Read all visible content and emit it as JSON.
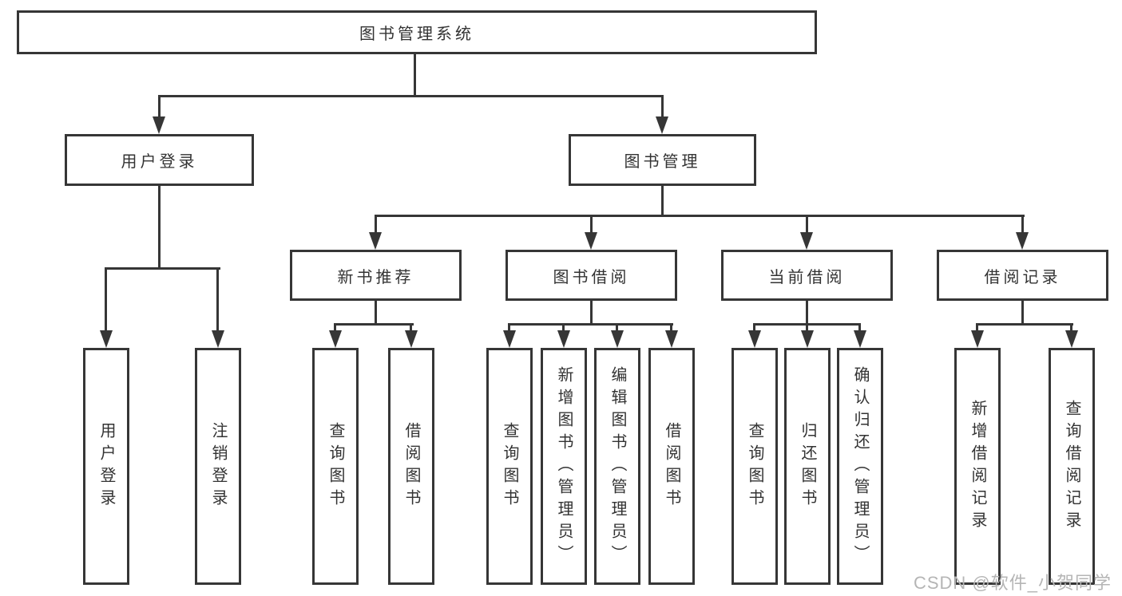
{
  "root": {
    "label": "图书管理系统",
    "children": [
      {
        "label": "用户登录",
        "children": [
          {
            "label": "用户登录"
          },
          {
            "label": "注销登录"
          }
        ]
      },
      {
        "label": "图书管理",
        "children": [
          {
            "label": "新书推荐",
            "children": [
              {
                "label": "查询图书"
              },
              {
                "label": "借阅图书"
              }
            ]
          },
          {
            "label": "图书借阅",
            "children": [
              {
                "label": "查询图书"
              },
              {
                "label": "新增图书（管理员）"
              },
              {
                "label": "编辑图书（管理员）"
              },
              {
                "label": "借阅图书"
              }
            ]
          },
          {
            "label": "当前借阅",
            "children": [
              {
                "label": "查询图书"
              },
              {
                "label": "归还图书"
              },
              {
                "label": "确认归还（管理员）"
              }
            ]
          },
          {
            "label": "借阅记录",
            "children": [
              {
                "label": "新增借阅记录"
              },
              {
                "label": "查询借阅记录"
              }
            ]
          }
        ]
      }
    ]
  },
  "watermark": "CSDN @软件_小贺同学",
  "colors": {
    "line": "#363636",
    "text": "#333333",
    "watermark": "#b5b5b5",
    "background": "#ffffff"
  }
}
